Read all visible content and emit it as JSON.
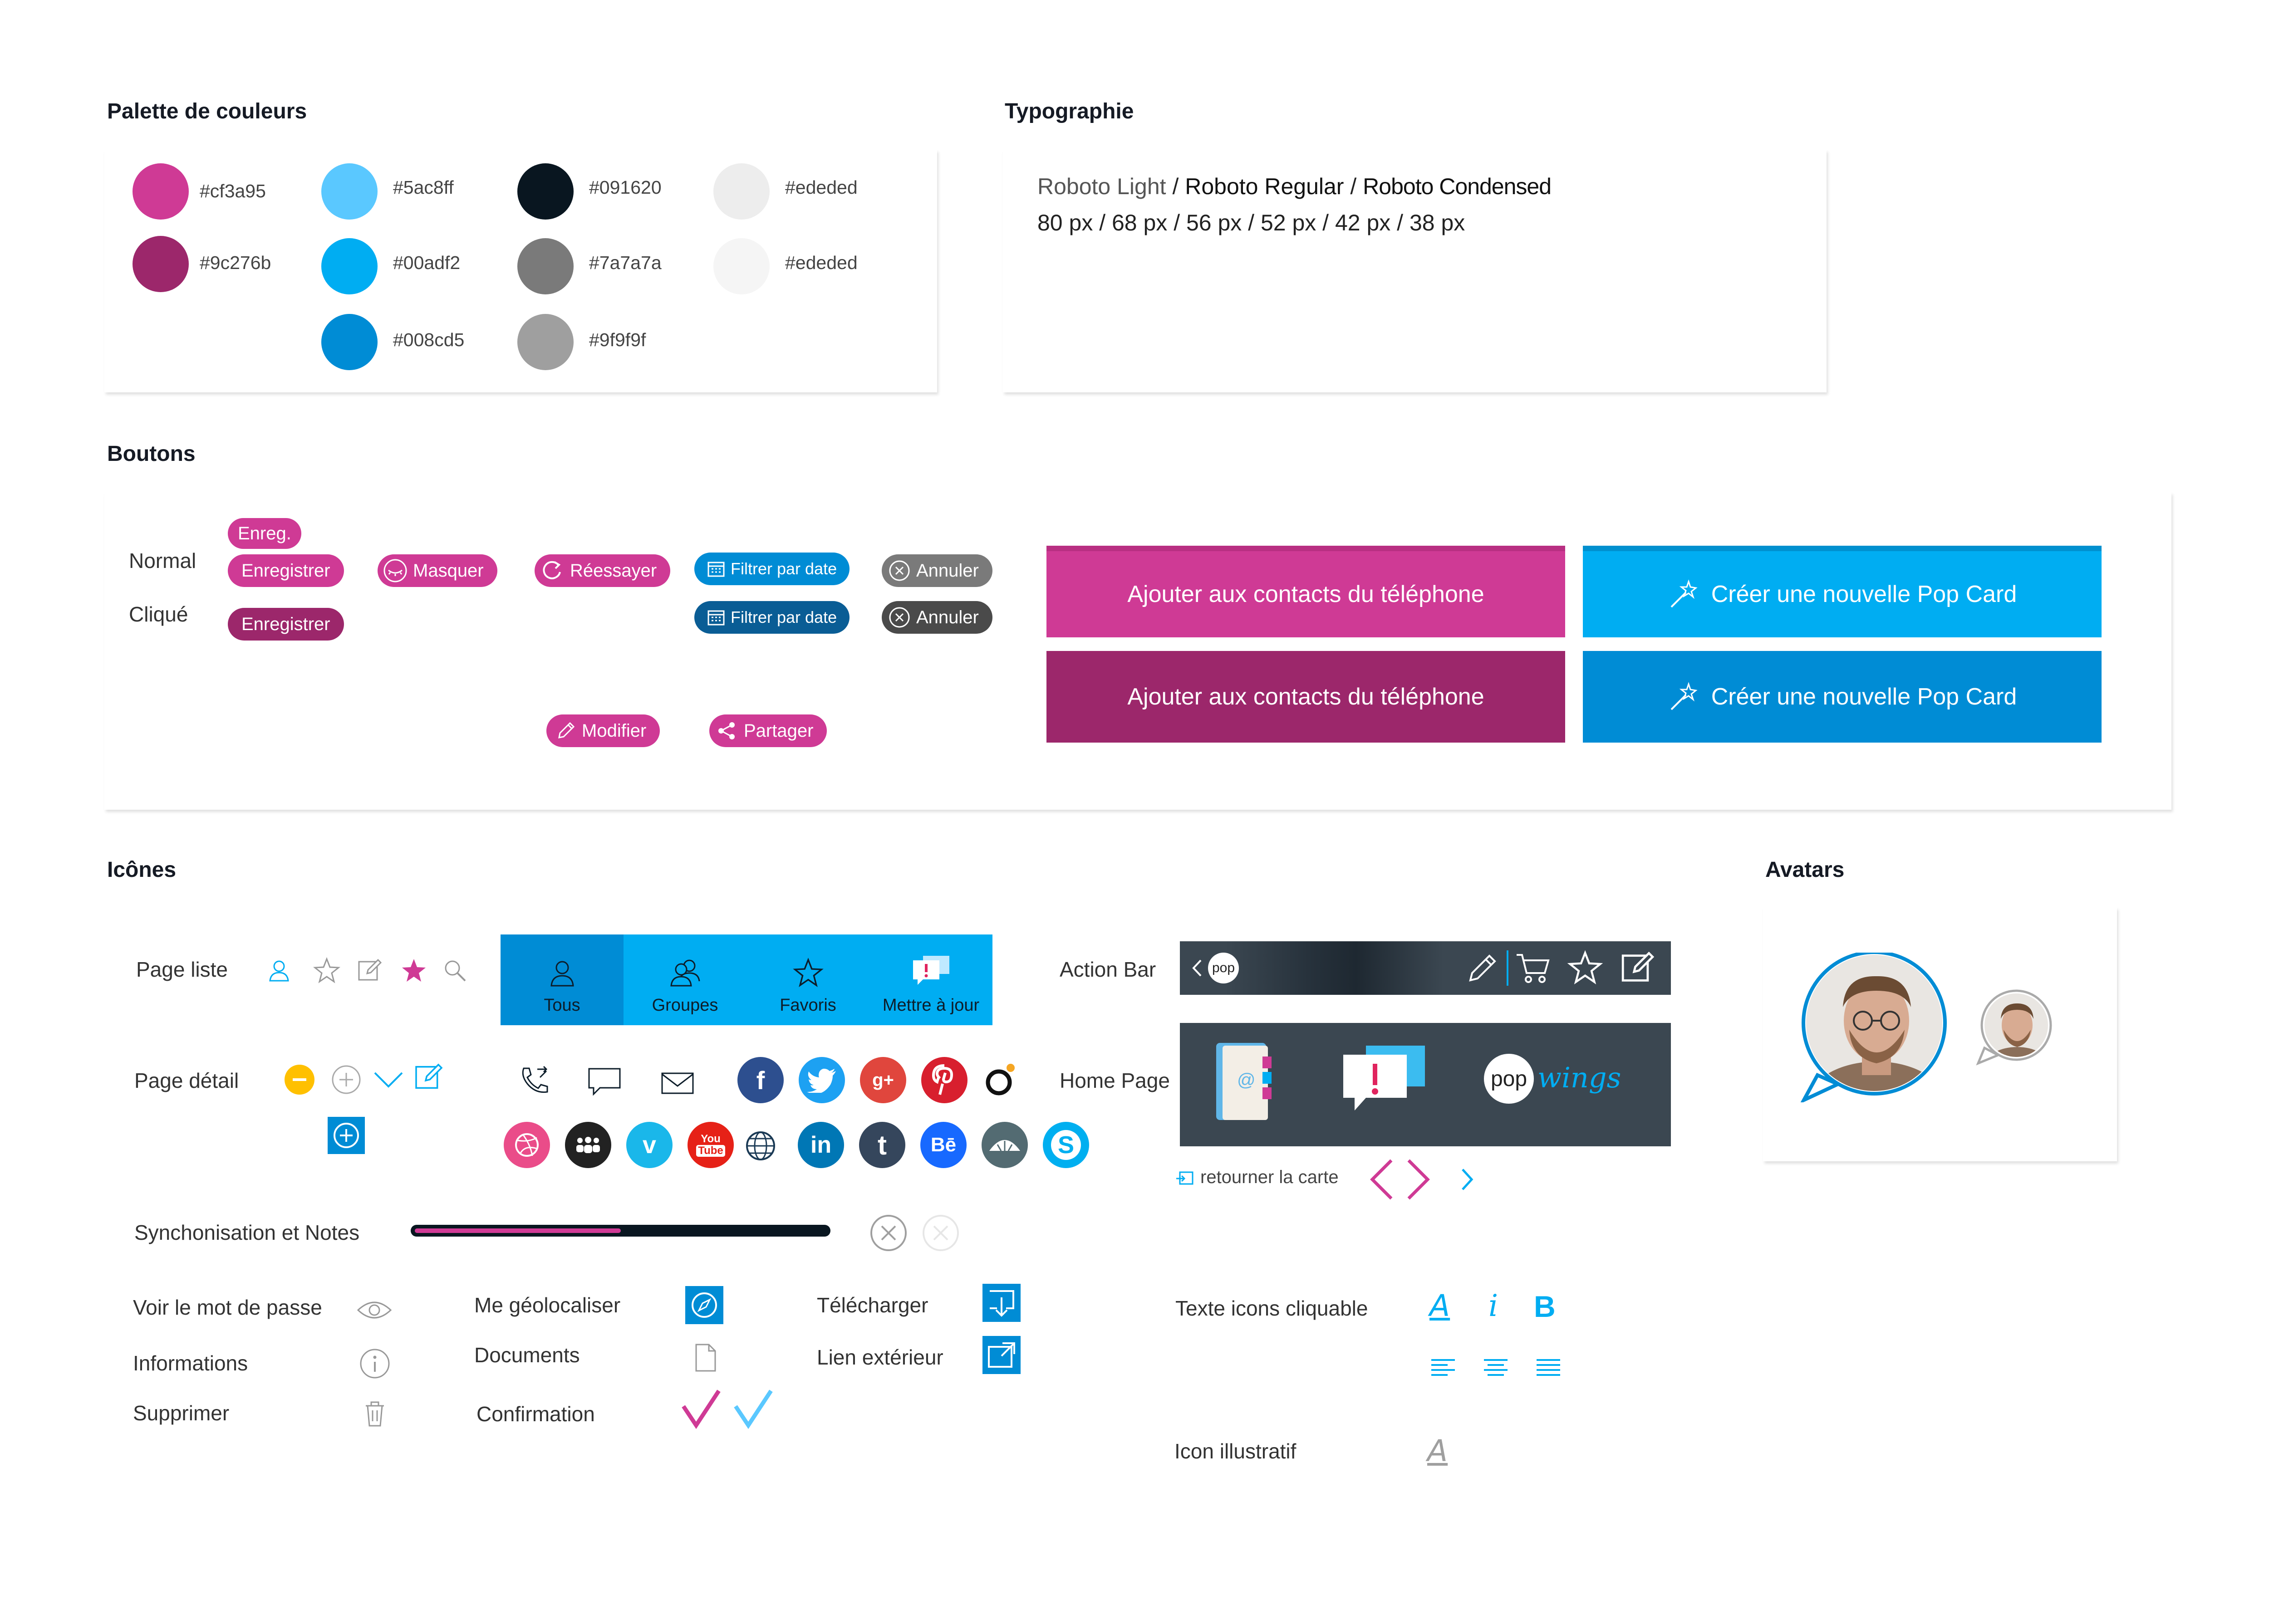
{
  "sections": {
    "palette": "Palette de couleurs",
    "typography": "Typographie",
    "buttons": "Boutons",
    "icons": "Icônes",
    "avatars": "Avatars"
  },
  "palette": {
    "colors": [
      {
        "hex": "#cf3a95",
        "label": "#cf3a95"
      },
      {
        "hex": "#9c276b",
        "label": "#9c276b"
      },
      {
        "hex": "#5ac8ff",
        "label": "#5ac8ff"
      },
      {
        "hex": "#00adf2",
        "label": "#00adf2"
      },
      {
        "hex": "#008cd5",
        "label": "#008cd5"
      },
      {
        "hex": "#091620",
        "label": "#091620"
      },
      {
        "hex": "#7a7a7a",
        "label": "#7a7a7a"
      },
      {
        "hex": "#9f9f9f",
        "label": "#9f9f9f"
      },
      {
        "hex": "#ededed",
        "label": "#ededed"
      },
      {
        "hex": "#f5f5f5",
        "label": "#ededed"
      }
    ]
  },
  "typography": {
    "light": "Roboto Light",
    "sep": " / ",
    "regular": "Roboto Regular",
    "condensed": "Roboto Condensed",
    "sizes": "80 px / 68 px / 56 px / 52 px / 42 px / 38 px"
  },
  "buttons": {
    "normal_label": "Normal",
    "clicked_label": "Cliqué",
    "enreg_short": "Enreg.",
    "enregistrer": "Enregistrer",
    "masquer": "Masquer",
    "reessayer": "Réessayer",
    "filtrer": "Filtrer par date",
    "annuler": "Annuler",
    "modifier": "Modifier",
    "partager": "Partager",
    "ajouter_contacts": "Ajouter aux contacts du téléphone",
    "creer_popcard": "Créer une nouvelle Pop Card"
  },
  "icons": {
    "page_liste": "Page liste",
    "page_detail": "Page détail",
    "tabs": [
      "Tous",
      "Groupes",
      "Favoris",
      "Mettre à jour"
    ],
    "action_bar": "Action Bar",
    "home_page": "Home Page",
    "pop_logo": "pop",
    "wings": "wings",
    "retourner": "retourner la carte",
    "sync": "Synchonisation et Notes",
    "sync_progress": 0.5,
    "voir_mdp": "Voir le mot de passe",
    "informations": "Informations",
    "supprimer": "Supprimer",
    "geolocaliser": "Me géolocaliser",
    "documents": "Documents",
    "confirmation": "Confirmation",
    "telecharger": "Télécharger",
    "lien_exterieur": "Lien extérieur",
    "texte_cliquable": "Texte icons cliquable",
    "icon_illustratif": "Icon illustratif",
    "text_icon_a": "A",
    "text_icon_i": "i",
    "text_icon_b": "B",
    "social": [
      "facebook",
      "twitter",
      "google-plus",
      "pinterest",
      "orkut",
      "dribbble",
      "myspace",
      "vimeo",
      "youtube",
      "web",
      "linkedin",
      "tumblr",
      "behance",
      "delicious",
      "skype"
    ],
    "social_glyphs": {
      "facebook": "f",
      "google": "g+",
      "linkedin": "in",
      "tumblr": "t",
      "behance": "Bē",
      "vimeo": "v",
      "skype": "S",
      "youtube_top": "You",
      "youtube_bottom": "Tube"
    }
  },
  "colors": {
    "pink": "#cf3a95",
    "pink_dark": "#9c276b",
    "blue": "#00adf2",
    "blue_dark": "#008cd5",
    "blue_light": "#5ac8ff",
    "navy": "#091620",
    "dark_button": "#4a4a4a",
    "grey": "#7a7a7a"
  }
}
